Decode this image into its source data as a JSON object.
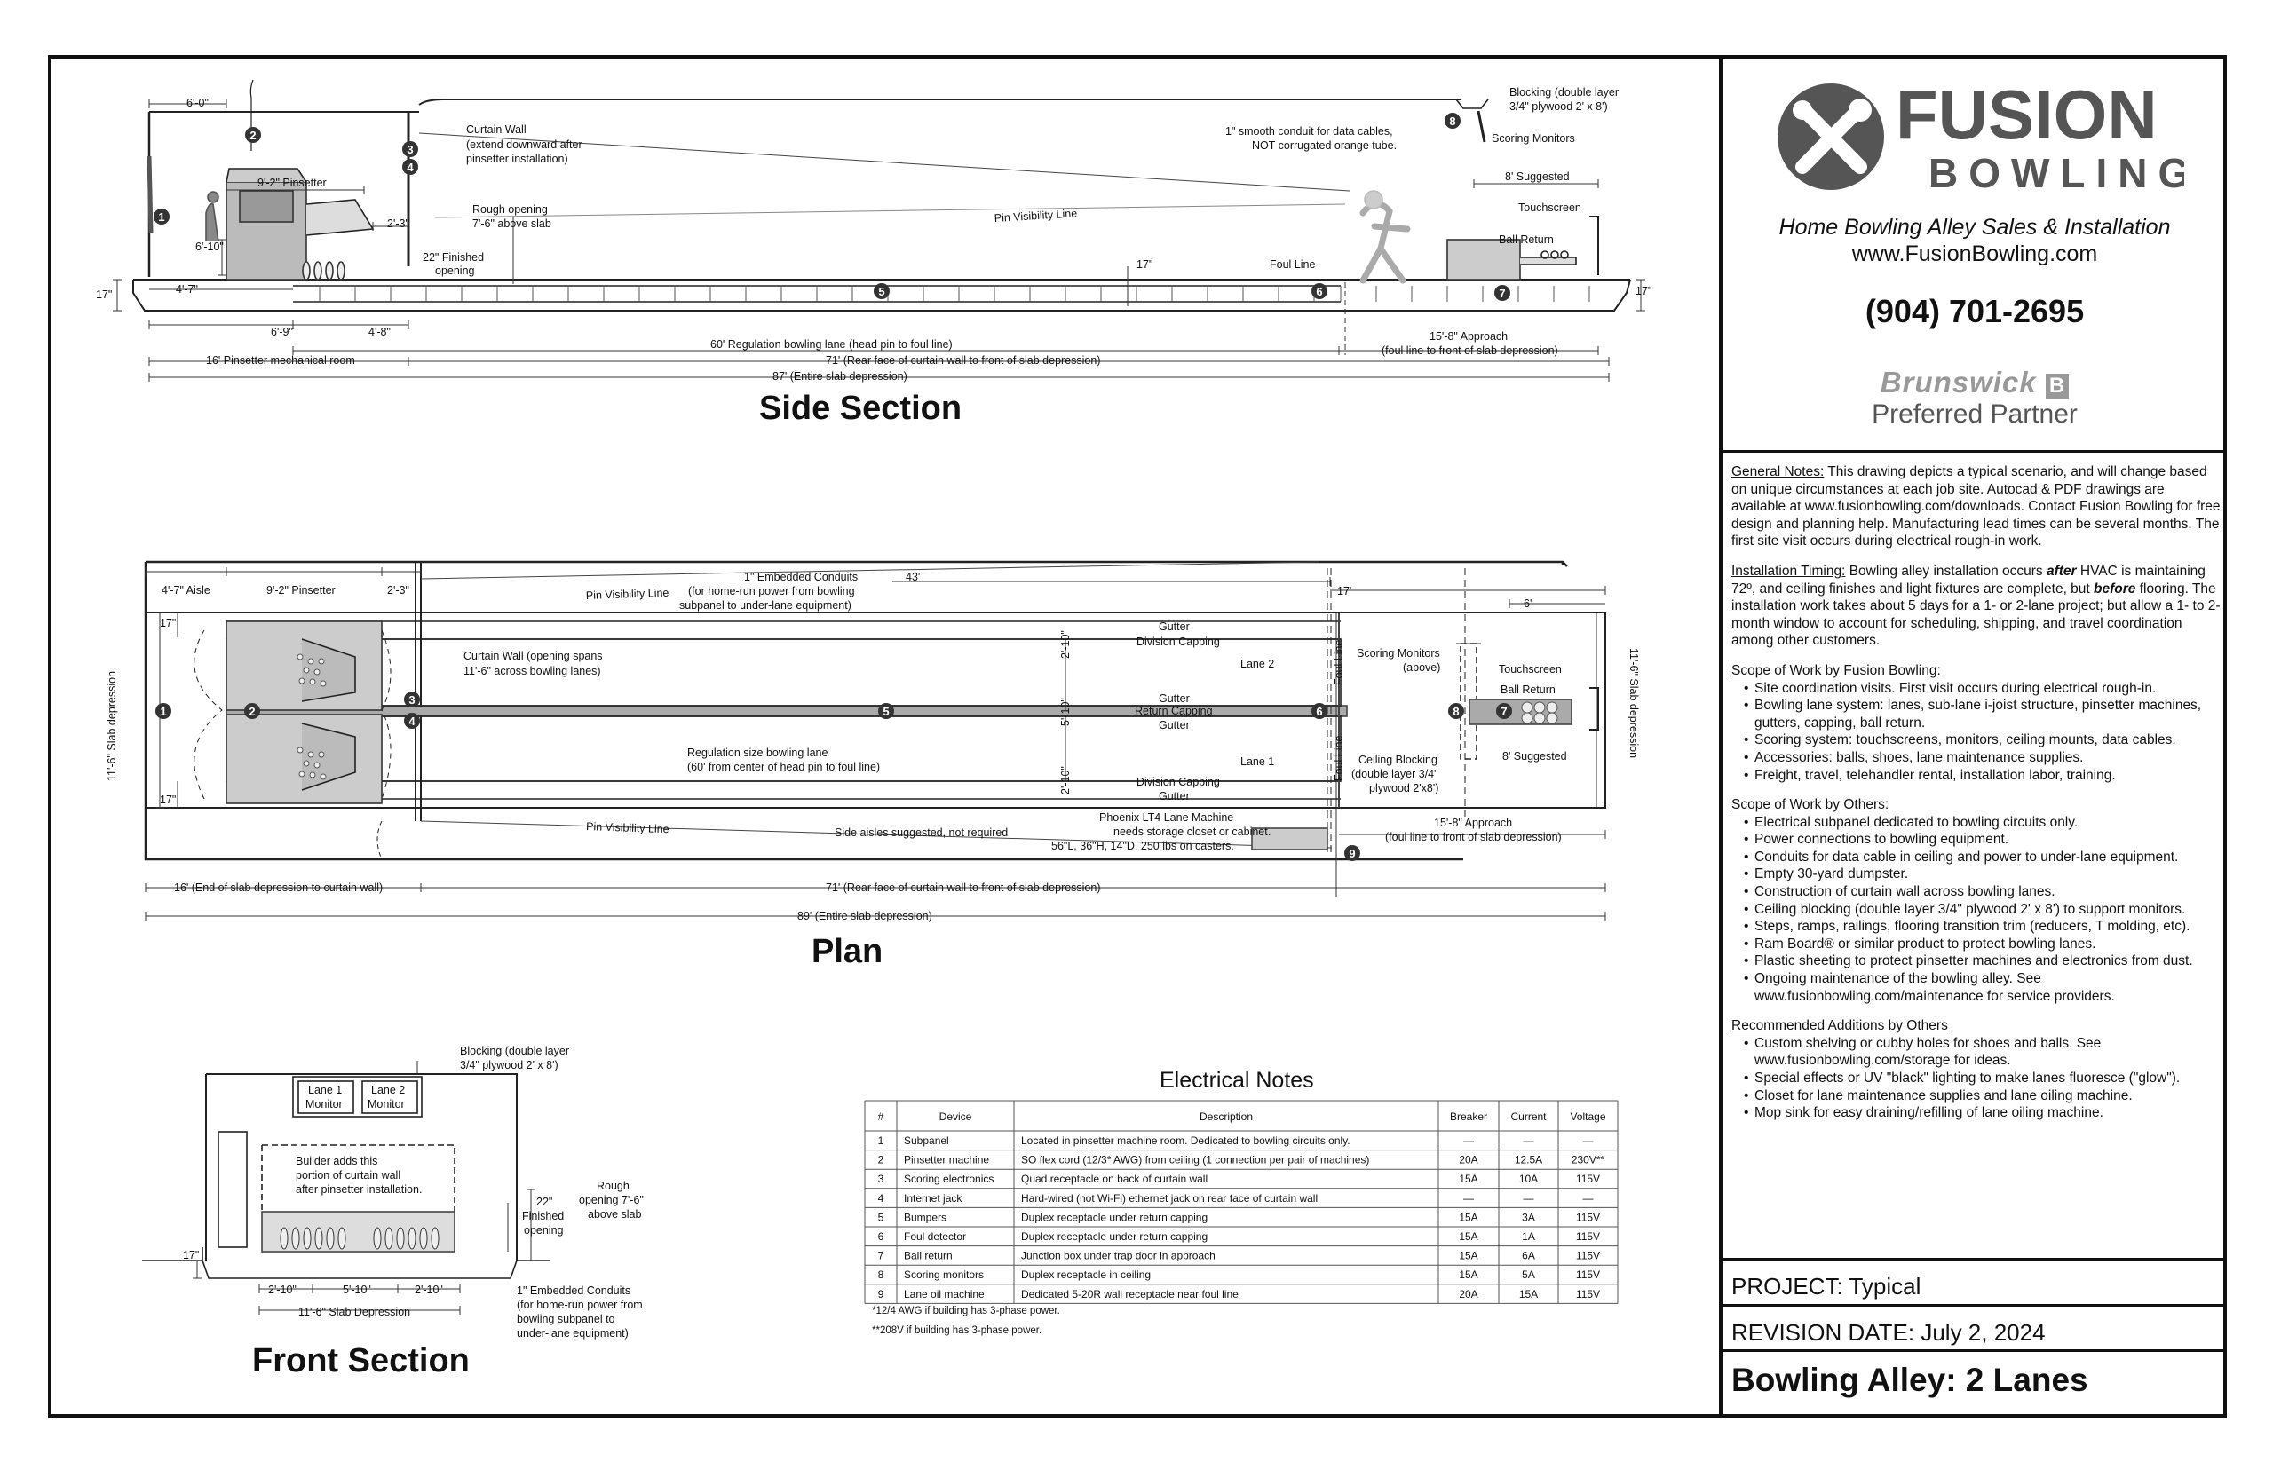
{
  "side_section": {
    "title": "Side Section",
    "labels": {
      "d_6_0": "6'-0\"",
      "pinsetter": "9'-2\" Pinsetter",
      "d_2_3": "2'-3\"",
      "d_6_10": "6'-10\"",
      "d_4_7": "4'-7\"",
      "d_17_left": "17\"",
      "d_17_right": "17\"",
      "d_17_mid": "17\"",
      "d_6_9": "6'-9\"",
      "d_4_8": "4'-8\"",
      "curtain_wall_1": "Curtain Wall",
      "curtain_wall_2": "(extend downward after",
      "curtain_wall_3": "pinsetter installation)",
      "rough_1": "Rough opening",
      "rough_2": "7'-6\" above slab",
      "finished_1": "22\" Finished",
      "finished_2": "opening",
      "conduit_1": "1\" smooth conduit for data cables,",
      "conduit_2": "NOT corrugated orange tube.",
      "blocking_1": "Blocking (double layer",
      "blocking_2": "3/4\" plywood 2' x 8')",
      "scoring_monitors": "Scoring Monitors",
      "suggested": "8' Suggested",
      "touchscreen": "Touchscreen",
      "ball_return": "Ball Return",
      "pin_visibility": "Pin Visibility Line",
      "foul_line": "Foul Line",
      "dim_60": "60' Regulation bowling lane (head pin to foul line)",
      "dim_71": "71' (Rear face of curtain wall to front of slab depression)",
      "dim_87": "87' (Entire slab depression)",
      "dim_16": "16' Pinsetter mechanical room",
      "approach_1": "15'-8\" Approach",
      "approach_2": "(foul line to front of slab depression)"
    }
  },
  "plan": {
    "title": "Plan",
    "labels": {
      "aisle": "4'-7\" Aisle",
      "pinsetter": "9'-2\" Pinsetter",
      "d_2_3": "2'-3\"",
      "d_43": "43'",
      "d_17_top": "17'",
      "d_6": "6'",
      "d_17_a": "17\"",
      "d_17_b": "17\"",
      "slab_left": "11'-6\" Slab depression",
      "slab_right": "11'-6\" Slab depression",
      "emb_1": "1\" Embedded Conduits",
      "emb_2": "(for home-run power from bowling",
      "emb_3": "subpanel to under-lane equipment)",
      "pin_vis_top": "Pin Visibility Line",
      "pin_vis_bottom": "Pin Visibility Line",
      "cw_1": "Curtain Wall (opening spans",
      "cw_2": "11'-6\" across bowling lanes)",
      "reg_1": "Regulation size bowling lane",
      "reg_2": "(60' from center of head pin to foul line)",
      "gutter_1": "Gutter",
      "div_cap_1": "Division Capping",
      "lane2": "Lane 2",
      "gutter_2": "Gutter",
      "return_capping": "Return Capping",
      "gutter_3": "Gutter",
      "lane1": "Lane 1",
      "div_cap_2": "Division Capping",
      "gutter_4": "Gutter",
      "d_2_10_a": "2'-10\"",
      "d_5_10": "5'-10\"",
      "d_2_10_b": "2'-10\"",
      "foul_line_1": "Foul Line",
      "foul_line_2": "Foul Line",
      "scoring_1": "Scoring Monitors",
      "scoring_2": "(above)",
      "touchscreen": "Touchscreen",
      "ball_return": "Ball Return",
      "ceil_1": "Ceiling Blocking",
      "ceil_2": "(double layer 3/4\"",
      "ceil_3": "plywood 2'x8')",
      "suggested": "8' Suggested",
      "side_aisles": "Side aisles suggested, not required",
      "phx_1": "Phoenix LT4 Lane Machine",
      "phx_2": "needs storage closet or cabinet.",
      "phx_3": "56\"L, 36\"H, 14\"D, 250 lbs on casters.",
      "approach_1": "15'-8\" Approach",
      "approach_2": "(foul line to front of slab depression)",
      "dim_16": "16' (End of slab depression to curtain wall)",
      "dim_71": "71' (Rear face of curtain wall to front of slab depression)",
      "dim_89": "89' (Entire slab depression)"
    }
  },
  "front_section": {
    "title": "Front Section",
    "labels": {
      "blocking_1": "Blocking (double layer",
      "blocking_2": "3/4\" plywood 2' x 8')",
      "lane1": "Lane 1",
      "lane2": "Lane 2",
      "monitor1": "Monitor",
      "monitor2": "Monitor",
      "builder_1": "Builder adds this",
      "builder_2": "portion of curtain wall",
      "builder_3": "after pinsetter installation.",
      "finished_1": "22\"",
      "finished_2": "Finished",
      "finished_3": "opening",
      "rough_1": "Rough",
      "rough_2": "opening 7'-6\"",
      "rough_3": "above slab",
      "d_17": "17\"",
      "d_2_10_a": "2'-10\"",
      "d_5_10": "5'-10\"",
      "d_2_10_b": "2'-10\"",
      "slab": "11'-6\" Slab Depression",
      "emb_1": "1\" Embedded Conduits",
      "emb_2": "(for home-run power from",
      "emb_3": "bowling subpanel to",
      "emb_4": "under-lane equipment)"
    }
  },
  "markers": [
    "1",
    "2",
    "3",
    "4",
    "5",
    "6",
    "7",
    "8",
    "9"
  ],
  "electrical": {
    "title": "Electrical Notes",
    "headers": [
      "#",
      "Device",
      "Description",
      "Breaker",
      "Current",
      "Voltage"
    ],
    "rows": [
      [
        "1",
        "Subpanel",
        "Located in pinsetter machine room. Dedicated to bowling circuits only.",
        "—",
        "—",
        "—"
      ],
      [
        "2",
        "Pinsetter machine",
        "SO flex cord (12/3* AWG) from ceiling (1 connection per pair of machines)",
        "20A",
        "12.5A",
        "230V**"
      ],
      [
        "3",
        "Scoring electronics",
        "Quad receptacle on back of curtain wall",
        "15A",
        "10A",
        "115V"
      ],
      [
        "4",
        "Internet jack",
        "Hard-wired (not Wi-Fi) ethernet jack on rear face of curtain wall",
        "—",
        "—",
        "—"
      ],
      [
        "5",
        "Bumpers",
        "Duplex receptacle under return capping",
        "15A",
        "3A",
        "115V"
      ],
      [
        "6",
        "Foul detector",
        "Duplex receptacle under return capping",
        "15A",
        "1A",
        "115V"
      ],
      [
        "7",
        "Ball return",
        "Junction box under trap door in approach",
        "15A",
        "6A",
        "115V"
      ],
      [
        "8",
        "Scoring monitors",
        "Duplex receptacle in ceiling",
        "15A",
        "5A",
        "115V"
      ],
      [
        "9",
        "Lane oil machine",
        "Dedicated 5-20R wall receptacle near foul line",
        "20A",
        "15A",
        "115V"
      ]
    ],
    "footnote_1": "*12/4 AWG if building has 3-phase power.",
    "footnote_2": "**208V if building has 3-phase power."
  },
  "title_block": {
    "logo_word_1": "FUSION",
    "logo_word_2": "BOWLING",
    "tagline": "Home Bowling Alley Sales & Installation",
    "website": "www.FusionBowling.com",
    "phone": "(904) 701-2695",
    "brunswick": "Brunswick",
    "partner": "Preferred Partner",
    "general_notes_heading": "General Notes:",
    "general_notes": "This drawing depicts a typical scenario, and will change based on unique circumstances at each job site. Autocad & PDF drawings are available at www.fusionbowling.com/downloads. Contact Fusion Bowling for free design and planning help. Manufacturing lead times can be several months. The first site visit occurs during electrical rough-in work.",
    "timing_heading": "Installation Timing:",
    "timing_a": "Bowling alley installation occurs",
    "timing_after": "after",
    "timing_b": "HVAC is maintaining 72º, and ceiling finishes and light fixtures are complete, but",
    "timing_before": "before",
    "timing_c": "flooring. The installation work takes about 5 days for a 1- or 2-lane project; but allow a 1- to 2-month window to account for scheduling, shipping, and travel coordination among other customers.",
    "scope_fusion_heading": "Scope of Work by Fusion Bowling:",
    "scope_fusion": [
      "Site coordination visits. First visit occurs during electrical rough-in.",
      "Bowling lane system: lanes, sub-lane i-joist structure, pinsetter machines, gutters, capping, ball return.",
      "Scoring system: touchscreens, monitors, ceiling mounts, data cables.",
      "Accessories: balls, shoes, lane maintenance supplies.",
      "Freight, travel, telehandler rental, installation labor, training."
    ],
    "scope_others_heading": "Scope of Work by Others:",
    "scope_others": [
      "Electrical subpanel dedicated to bowling circuits only.",
      "Power connections to bowling equipment.",
      "Conduits for data cable in ceiling and power to under-lane equipment.",
      "Empty 30-yard dumpster.",
      "Construction of curtain wall across bowling lanes.",
      "Ceiling blocking (double layer 3/4\" plywood 2' x 8') to support monitors.",
      "Steps, ramps, railings, flooring transition trim (reducers, T molding, etc).",
      "Ram Board® or similar product to protect bowling lanes.",
      "Plastic sheeting to protect pinsetter machines and electronics from dust.",
      "Ongoing maintenance of the bowling alley. See www.fusionbowling.com/maintenance for service providers."
    ],
    "recommended_heading": "Recommended Additions by Others",
    "recommended": [
      "Custom shelving or cubby holes for shoes and balls. See www.fusionbowling.com/storage for ideas.",
      "Special effects or UV \"black\" lighting to make lanes fluoresce (\"glow\").",
      "Closet for lane maintenance supplies and lane oiling machine.",
      "Mop sink for easy draining/refilling of lane oiling machine."
    ],
    "project": "PROJECT: Typical",
    "revision": "REVISION DATE: July 2, 2024",
    "sheet_title": "Bowling Alley: 2 Lanes"
  }
}
